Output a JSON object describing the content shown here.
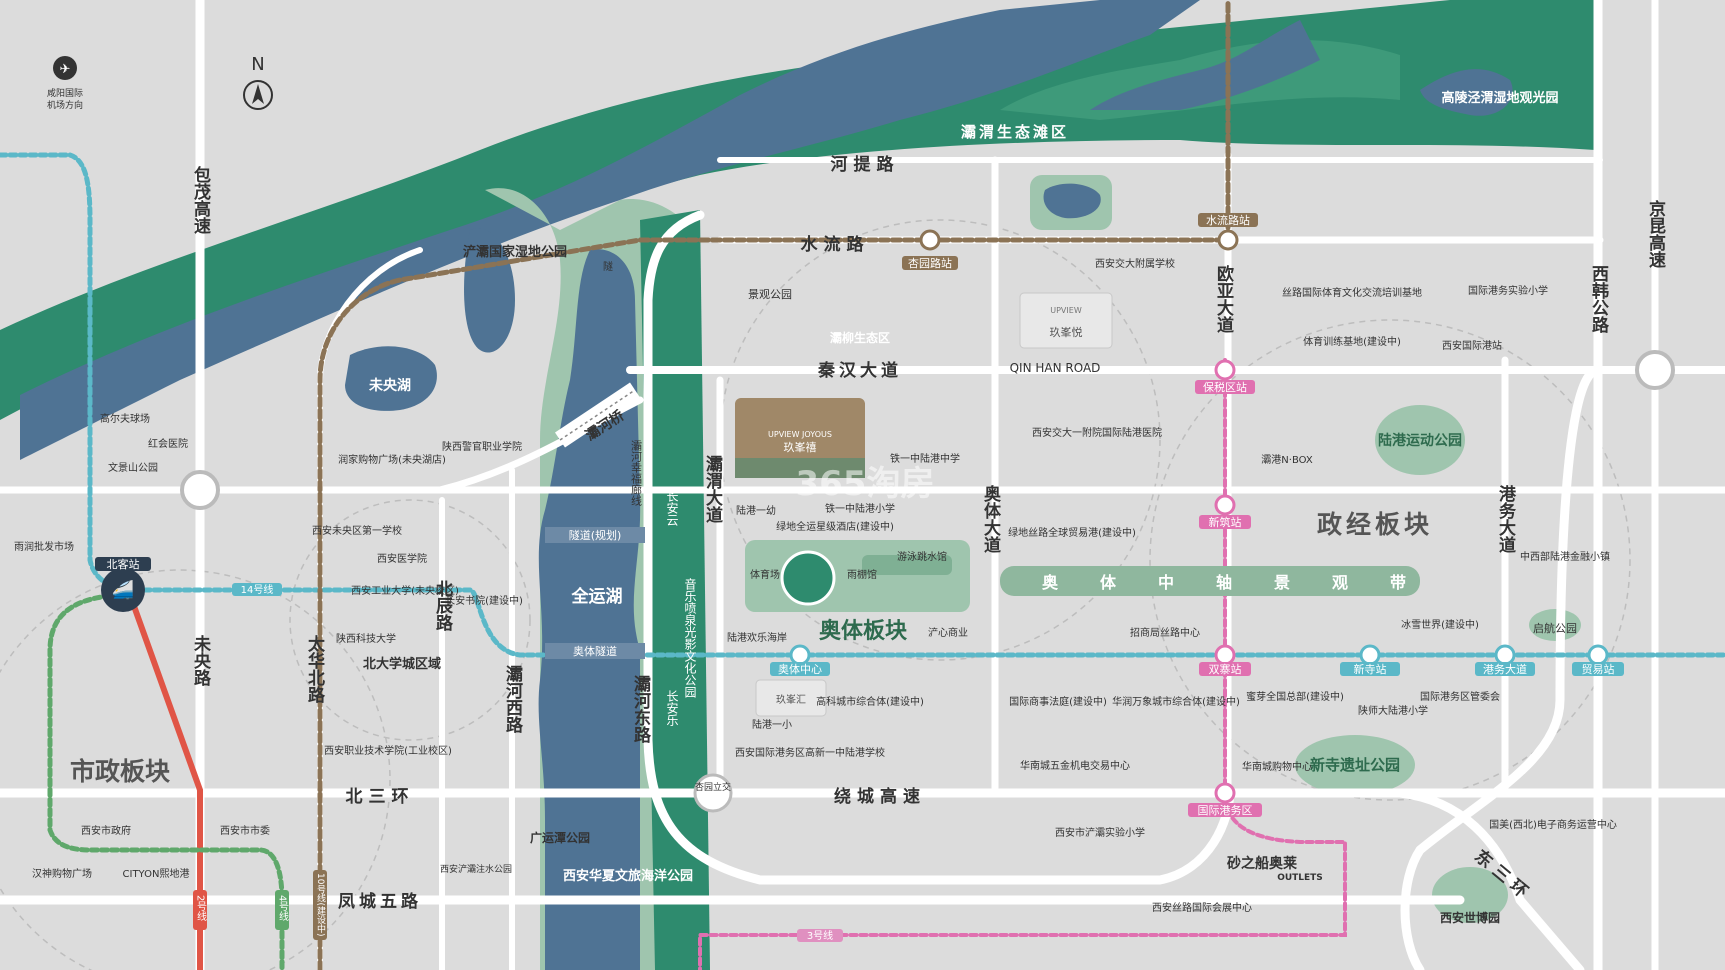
{
  "colors": {
    "land": "#dcdcdc",
    "wetland": "#2e8b6e",
    "wetland_light": "#9fc5ae",
    "river": "#4f7394",
    "road": "#ffffff",
    "railway": "#8b7355",
    "line14": "#5bb8c8",
    "line2": "#e05546",
    "line4": "#5fa86b",
    "line10": "#8b7355",
    "line8": "#e070b0",
    "line3": "#e090c0",
    "label_dark": "#333333"
  },
  "compass": {
    "letter": "N"
  },
  "airport": {
    "label_line1": "咸阳国际",
    "label_line2": "机场方向",
    "icon": "airplane-icon"
  },
  "roads": {
    "baomao": "包茂高速",
    "hedi": "河提路",
    "shuiliu": "水流路",
    "qinhan": "秦汉大道",
    "qinhan_en": "QIN HAN ROAD",
    "ouya": "欧亚大道",
    "jingkun": "京昆高速",
    "xihan": "西韩公路",
    "weiyang": "未央路",
    "taihua": "太华北路",
    "beichen": "北辰路",
    "bahexi": "灞河西路",
    "bahedong": "灞河东路",
    "bawei": "灞渭大道",
    "aoti": "奥体大道",
    "gangwu": "港务大道",
    "beisanhuan": "北三环",
    "raocheng": "绕城高速",
    "fengcheng": "凤城五路",
    "dongsanhuan": "东三环",
    "bahe_bridge": "灞河桥",
    "suidao_plan": "隧道(规划)",
    "aoti_suidao": "奥体隧道",
    "bahe_fu": "灞河幸福廊线",
    "qiaoyuan": "杏园立交",
    "tunnel_mark": "隧"
  },
  "areas": {
    "bawei_shengtai": "灞渭生态滩区",
    "gaoling": "高陵泾渭湿地观光园",
    "chanba_wetland": "浐灞国家湿地公园",
    "weiyang_lake": "未央湖",
    "quanyun_lake": "全运湖",
    "aoti_bankuai": "奥体板块",
    "zhengjing": "政经板块",
    "shizheng": "市政板块",
    "aoti_axis": [
      "奥",
      "体",
      "中",
      "轴",
      "景",
      "观",
      "带"
    ],
    "beida_xuecheng": "北大学城区域",
    "changan_yun": "长安云",
    "yinyue": "音乐喷泉光影文化公园",
    "changan_le": "长安乐",
    "ludong": "陆港运动公园",
    "xinsi_park": "新寺遗址公园",
    "guangyun": "广运潭公园",
    "xian_huaxia": "西安华夏文旅海洋公园",
    "jingguan": "景观公园",
    "baliu": "灞柳生态区",
    "chanba_zhushui": "西安浐灞注水公园",
    "qihang": "启航公园",
    "expo": "西安世博园"
  },
  "projects": {
    "main_en": "UPVIEW JOYOUS",
    "main_cn": "玖峯禧",
    "yuefu": "玖峯悦",
    "yuefu_en": "UPVIEW",
    "jiufenghui": "玖峯汇"
  },
  "pois": {
    "golf": "高尔夫球场",
    "hongqi": "红会医院",
    "wenjing": "文景山公园",
    "yurun": "雨润批发市场",
    "runjia": "润家购物广场(未央湖店)",
    "shaanxi_police": "陕西警官职业学院",
    "weiyang_school": "西安未央区第一学校",
    "xian_yixue": "西安医学院",
    "gongye": "西安工业大学(未央校区)",
    "keji": "陕西科技大学",
    "changan_shuyuan": "长安书院(建设中)",
    "zhiye": "西安职业技术学院(工业校区)",
    "shizhengfu": "西安市政府",
    "shiwei": "西安市市委",
    "hanshen": "汉神购物广场",
    "cityon": "CITYON熙地港",
    "xijiao_fu": "西安交大附属学校",
    "silu_tiyu": "丝路国际体育文化交流培训基地",
    "gangwu_exp": "国际港务实验小学",
    "tiyu_xunlian": "体育训练基地(建设中)",
    "gangwu_gang": "西安国际港站",
    "yifu_hospital": "西安交大一附院国际陆港医院",
    "lugang_nbox": "灞港N·BOX",
    "tieyi_zhong": "铁一中陆港中学",
    "lugang_yiyou": "陆港一幼",
    "tieyi_xiao": "铁一中陆港小学",
    "lvdi_hotel": "绿地全运星级酒店(建设中)",
    "youyong": "游泳跳水馆",
    "tiyuchang": "体育场",
    "fangyuguan": "雨棚馆",
    "huanle": "陆港欢乐海岸",
    "chanxin": "浐心商业",
    "lvdi_silu": "绿地丝路全球贸易港(建设中)",
    "zhaoshang": "招商局丝路中心",
    "bingxue": "冰雪世界(建设中)",
    "zhongxi": "中西部陆港金融小镇",
    "gaoke": "高科城市综合体(建设中)",
    "lugang_yixiao": "陆港一小",
    "gaoxin_school": "西安国际港务区高新一中陆港学校",
    "shangshi": "国际商事法庭(建设中)",
    "huarun": "华润万象城市综合体(建设中)",
    "midu": "蜜芽全国总部(建设中)",
    "shida": "陕师大陆港小学",
    "guanweihui": "国际港务区管委会",
    "huanan": "华南城五金机电交易中心",
    "huanan_mall": "华南城购物中心",
    "chanba_exp": "西安市浐灞实验小学",
    "shazhichuan": "砂之船奥莱",
    "outlets": "OUTLETS",
    "silu_expo": "西安丝路国际会展中心",
    "guomei": "国美(西北)电子商务运营中心"
  },
  "stations": {
    "beike": "北客站",
    "xingyuan": "杏园路站",
    "shuiliu": "水流路站",
    "baoshui": "保税区站",
    "xinzhu": "新筑站",
    "shuangzhai": "双寨站",
    "xinsi": "新寺站",
    "gangwu_ave": "港务大道",
    "maoyi": "贸易站",
    "aoti_center": "奥体中心",
    "guoji_gangwu": "国际港务区"
  },
  "lines": {
    "l14": "14号线",
    "l2": "2号线",
    "l4": "4号线",
    "l10": "10号线(建设中)",
    "l3": "3号线"
  },
  "watermark": "365淘房"
}
